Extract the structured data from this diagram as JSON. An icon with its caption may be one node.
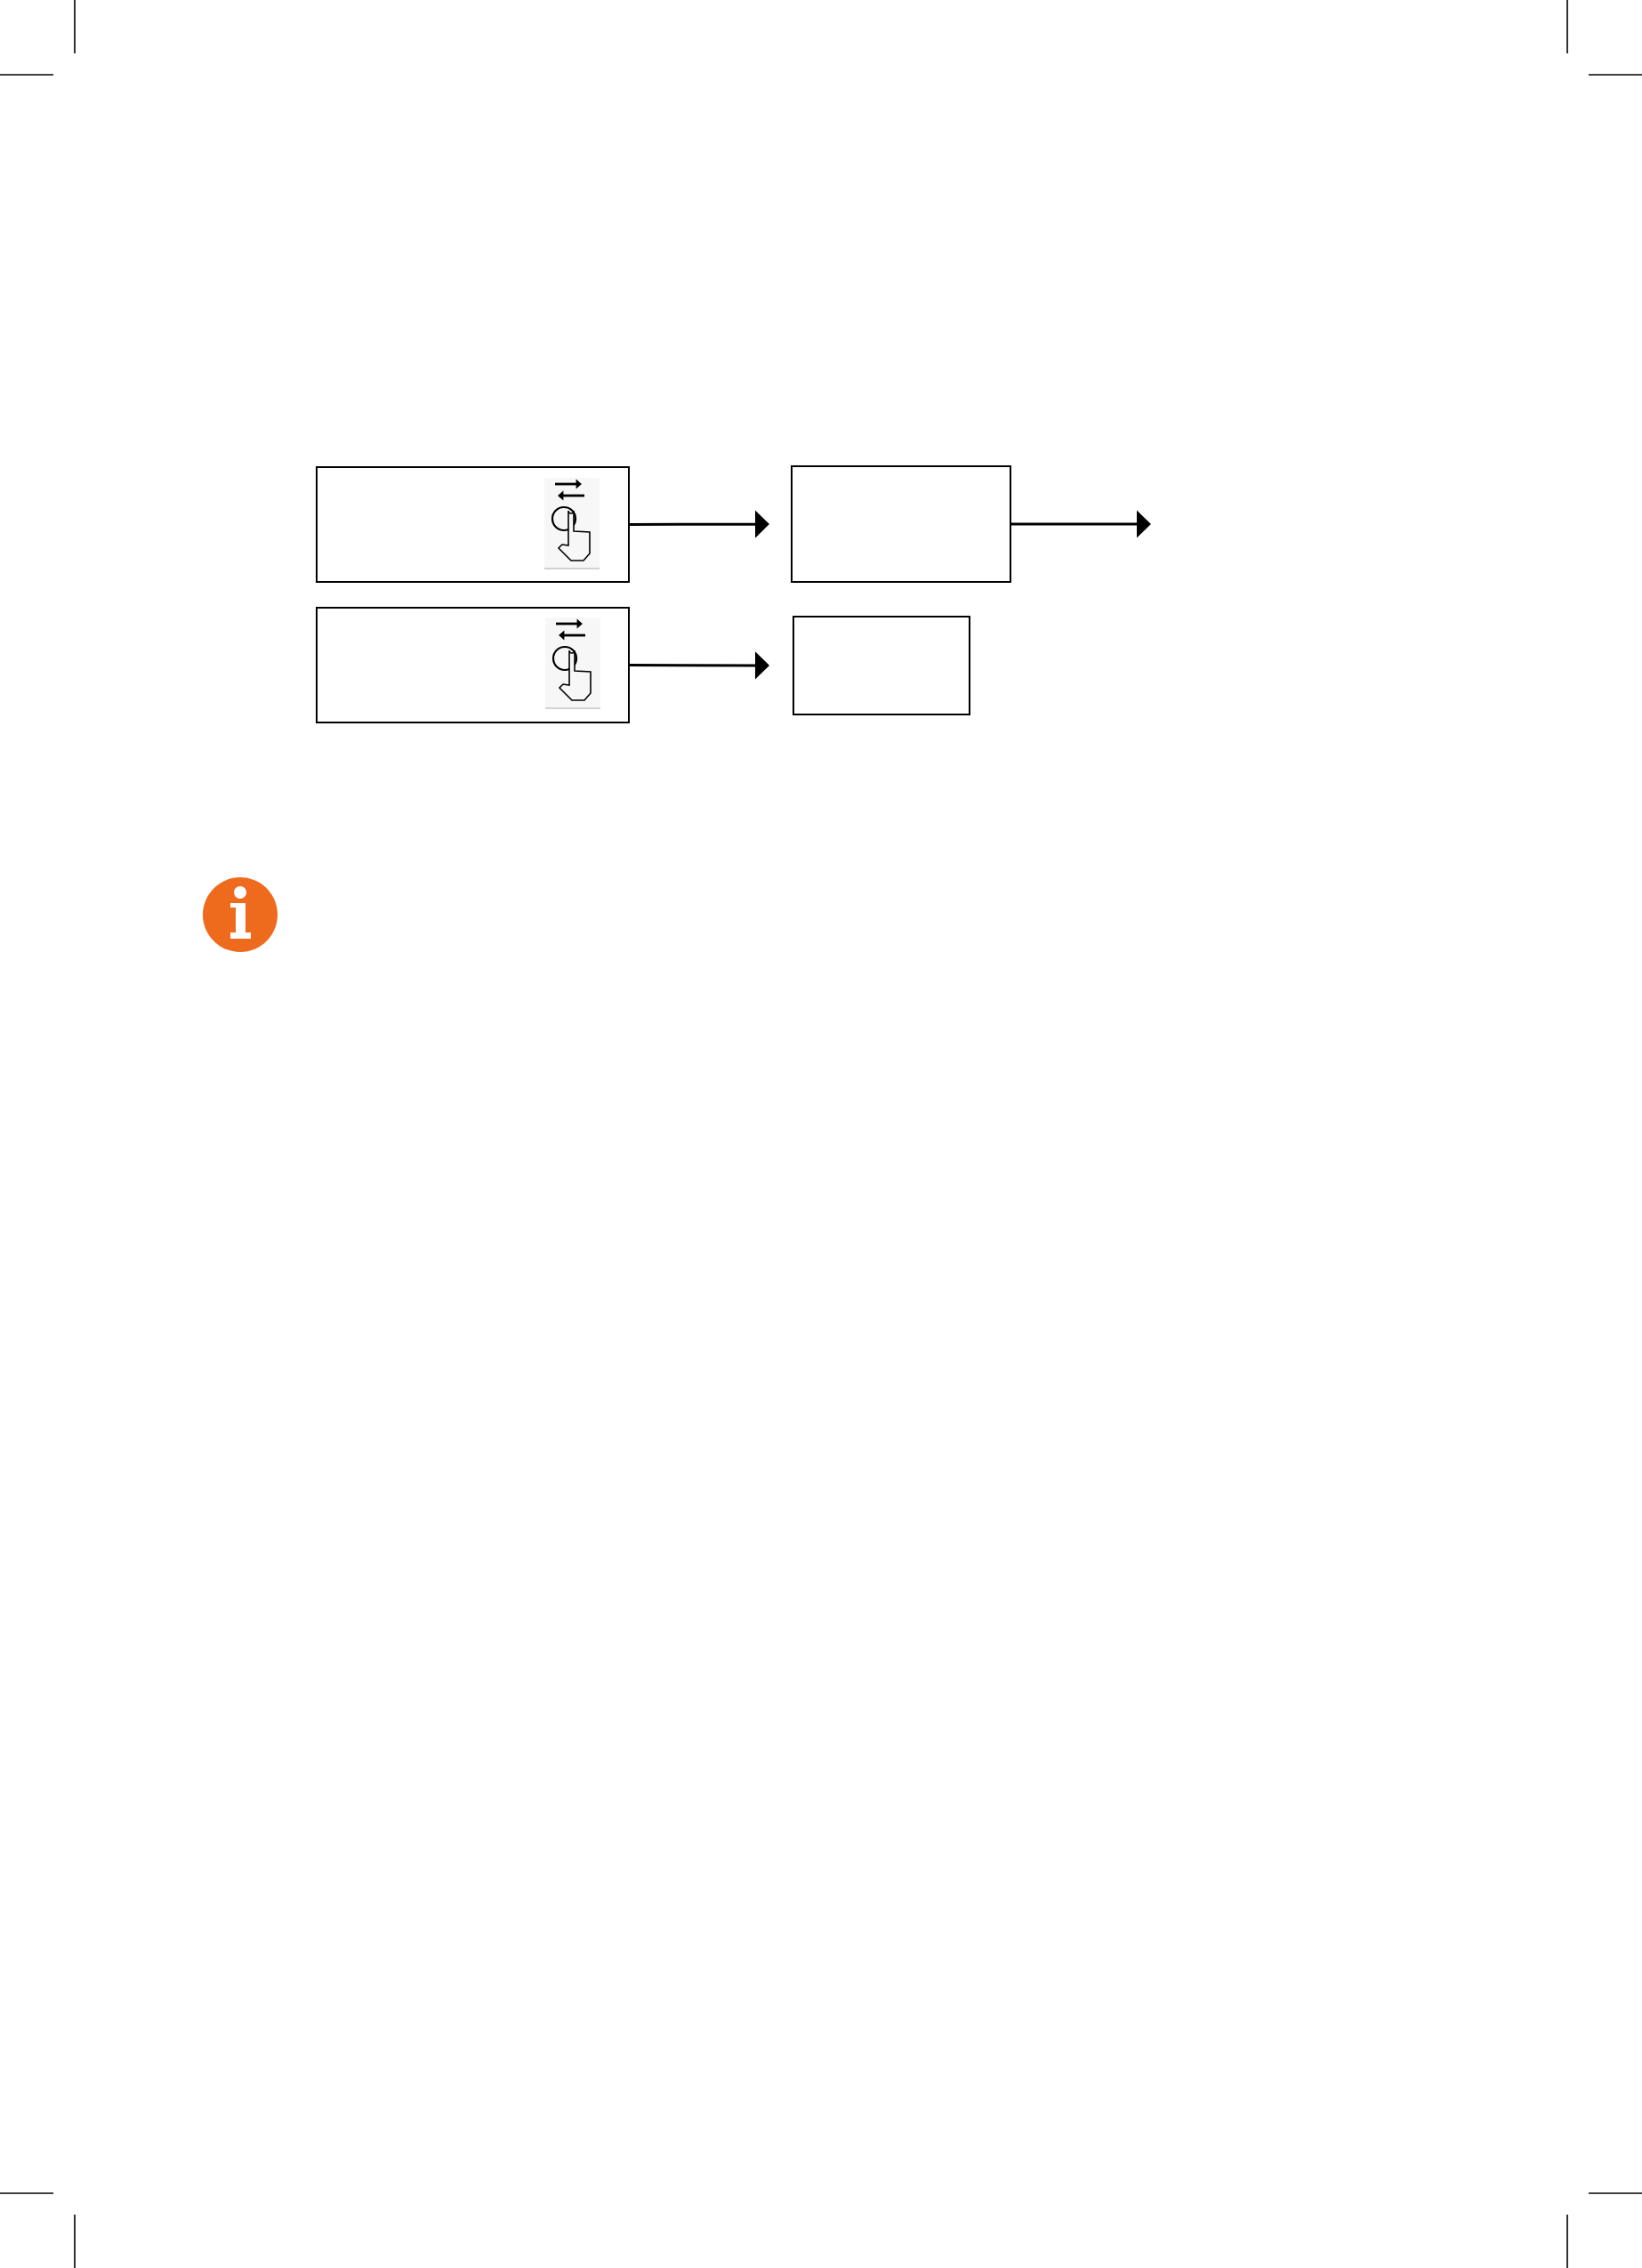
{
  "diagram": {
    "nodes": [
      {
        "text": [],
        "shape": "box"
      },
      {
        "text": [],
        "shape": "box"
      },
      {
        "text": [],
        "shape": "box"
      },
      {
        "text": [],
        "shape": "box"
      }
    ],
    "edges": [
      {
        "from": 0,
        "to": 1,
        "arrow": "to"
      },
      {
        "from": 1,
        "to": null,
        "arrow": "to"
      },
      {
        "from": 2,
        "to": 3,
        "arrow": "to"
      }
    ]
  }
}
